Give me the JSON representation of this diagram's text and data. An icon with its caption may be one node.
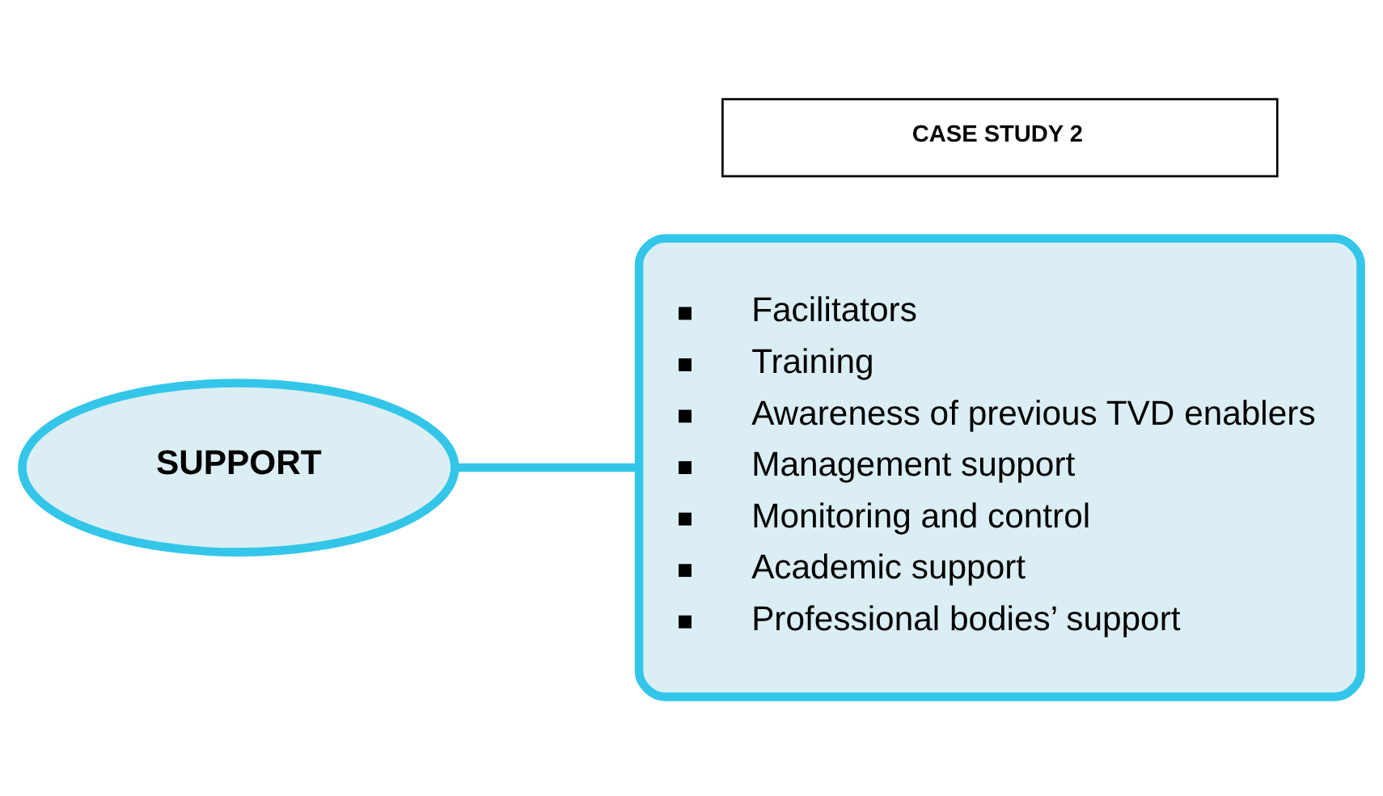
{
  "diagram": {
    "nodes": [
      {
        "text": [
          "CASE STUDY 2"
        ]
      },
      {
        "text": [
          "SUPPORT"
        ]
      },
      {
        "text": [
          "Facilitators",
          "Training",
          "Awareness of previous TVD enablers",
          "Management support",
          "Monitoring and control",
          "Academic support",
          "Professional bodies’ support"
        ]
      }
    ],
    "edges": [
      {
        "from": 1,
        "to": 2,
        "arrow": "none"
      }
    ]
  }
}
